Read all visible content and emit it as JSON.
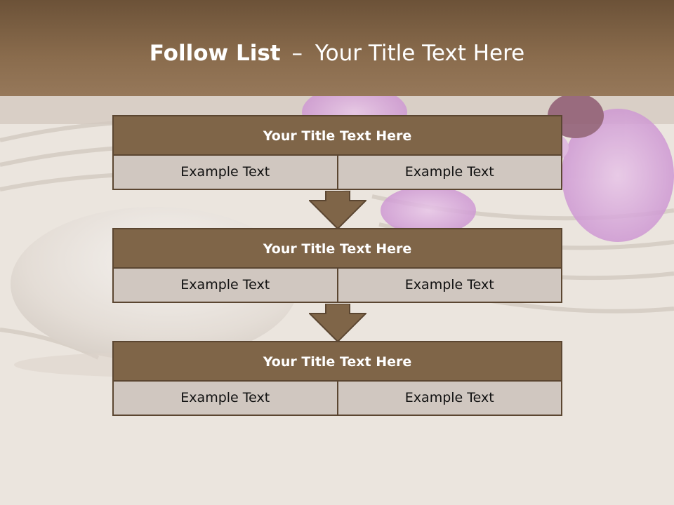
{
  "header": {
    "title_bold": "Follow List",
    "title_sep": "–",
    "title_rest": "Your Title Text Here"
  },
  "blocks": [
    {
      "title": "Your Title Text Here",
      "cells": [
        "Example Text",
        "Example Text"
      ]
    },
    {
      "title": "Your Title Text Here",
      "cells": [
        "Example Text",
        "Example Text"
      ]
    },
    {
      "title": "Your Title Text Here",
      "cells": [
        "Example Text",
        "Example Text"
      ]
    }
  ],
  "colors": {
    "header": "#7a5d41",
    "block_title": "#7f6548",
    "block_cell": "#d0c7c0",
    "border": "#5b4631",
    "background": "#ece6df"
  },
  "icons": [
    "down-arrow-icon",
    "down-arrow-icon"
  ]
}
